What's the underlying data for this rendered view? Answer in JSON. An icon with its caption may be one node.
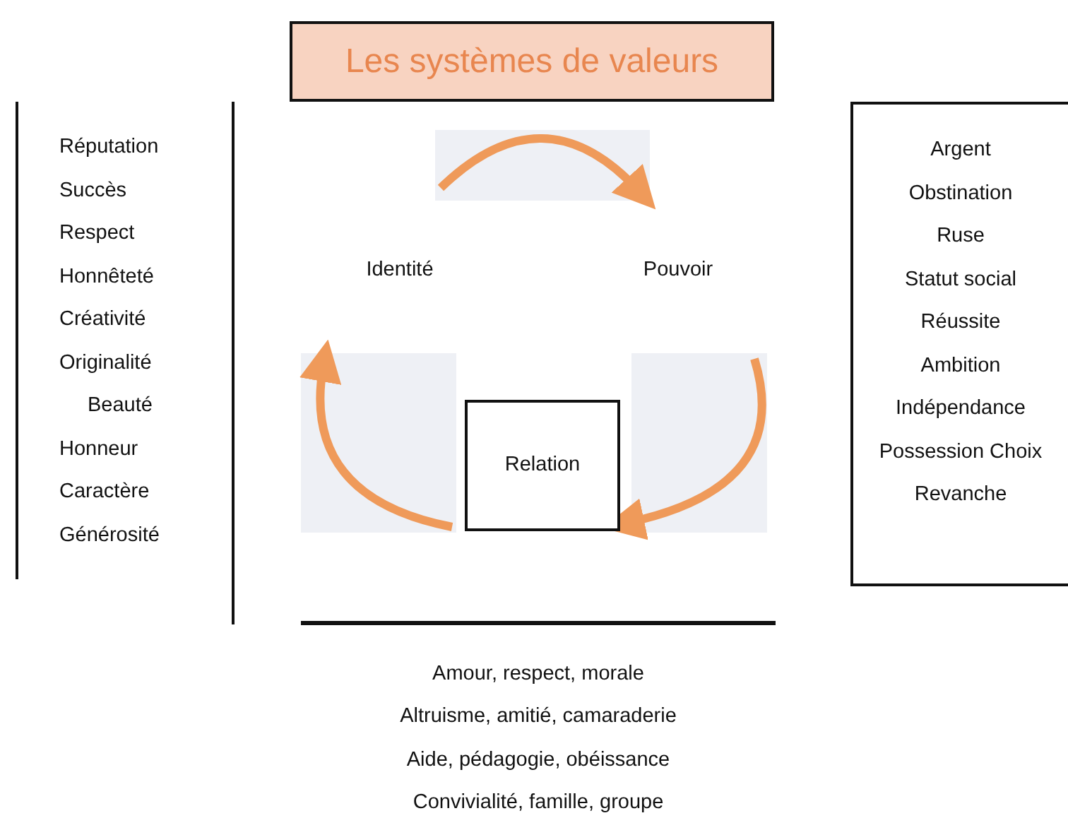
{
  "diagram": {
    "nodes": [
      {
        "text": [
          "Les systèmes de valeurs"
        ]
      },
      {
        "text": [
          "Identité"
        ]
      },
      {
        "text": [
          "Pouvoir"
        ]
      },
      {
        "text": [
          "Relation"
        ]
      },
      {
        "text": [
          "Argent",
          "Obstination",
          "Ruse",
          "Statut social",
          "Réussite",
          "Ambition",
          "Indépendance",
          "Possession Choix",
          "Revanche"
        ]
      }
    ],
    "labels": [
      "Réputation",
      "Succès",
      "Respect",
      "Honnêteté",
      "Créativité",
      "Originalité",
      "Beauté",
      "Honneur",
      "Caractère",
      "Générosité",
      "Amour, respect, morale",
      "Altruisme, amitié, camaraderie",
      "Aide, pédagogie, obéissance",
      "Convivialité, famille, groupe"
    ]
  }
}
